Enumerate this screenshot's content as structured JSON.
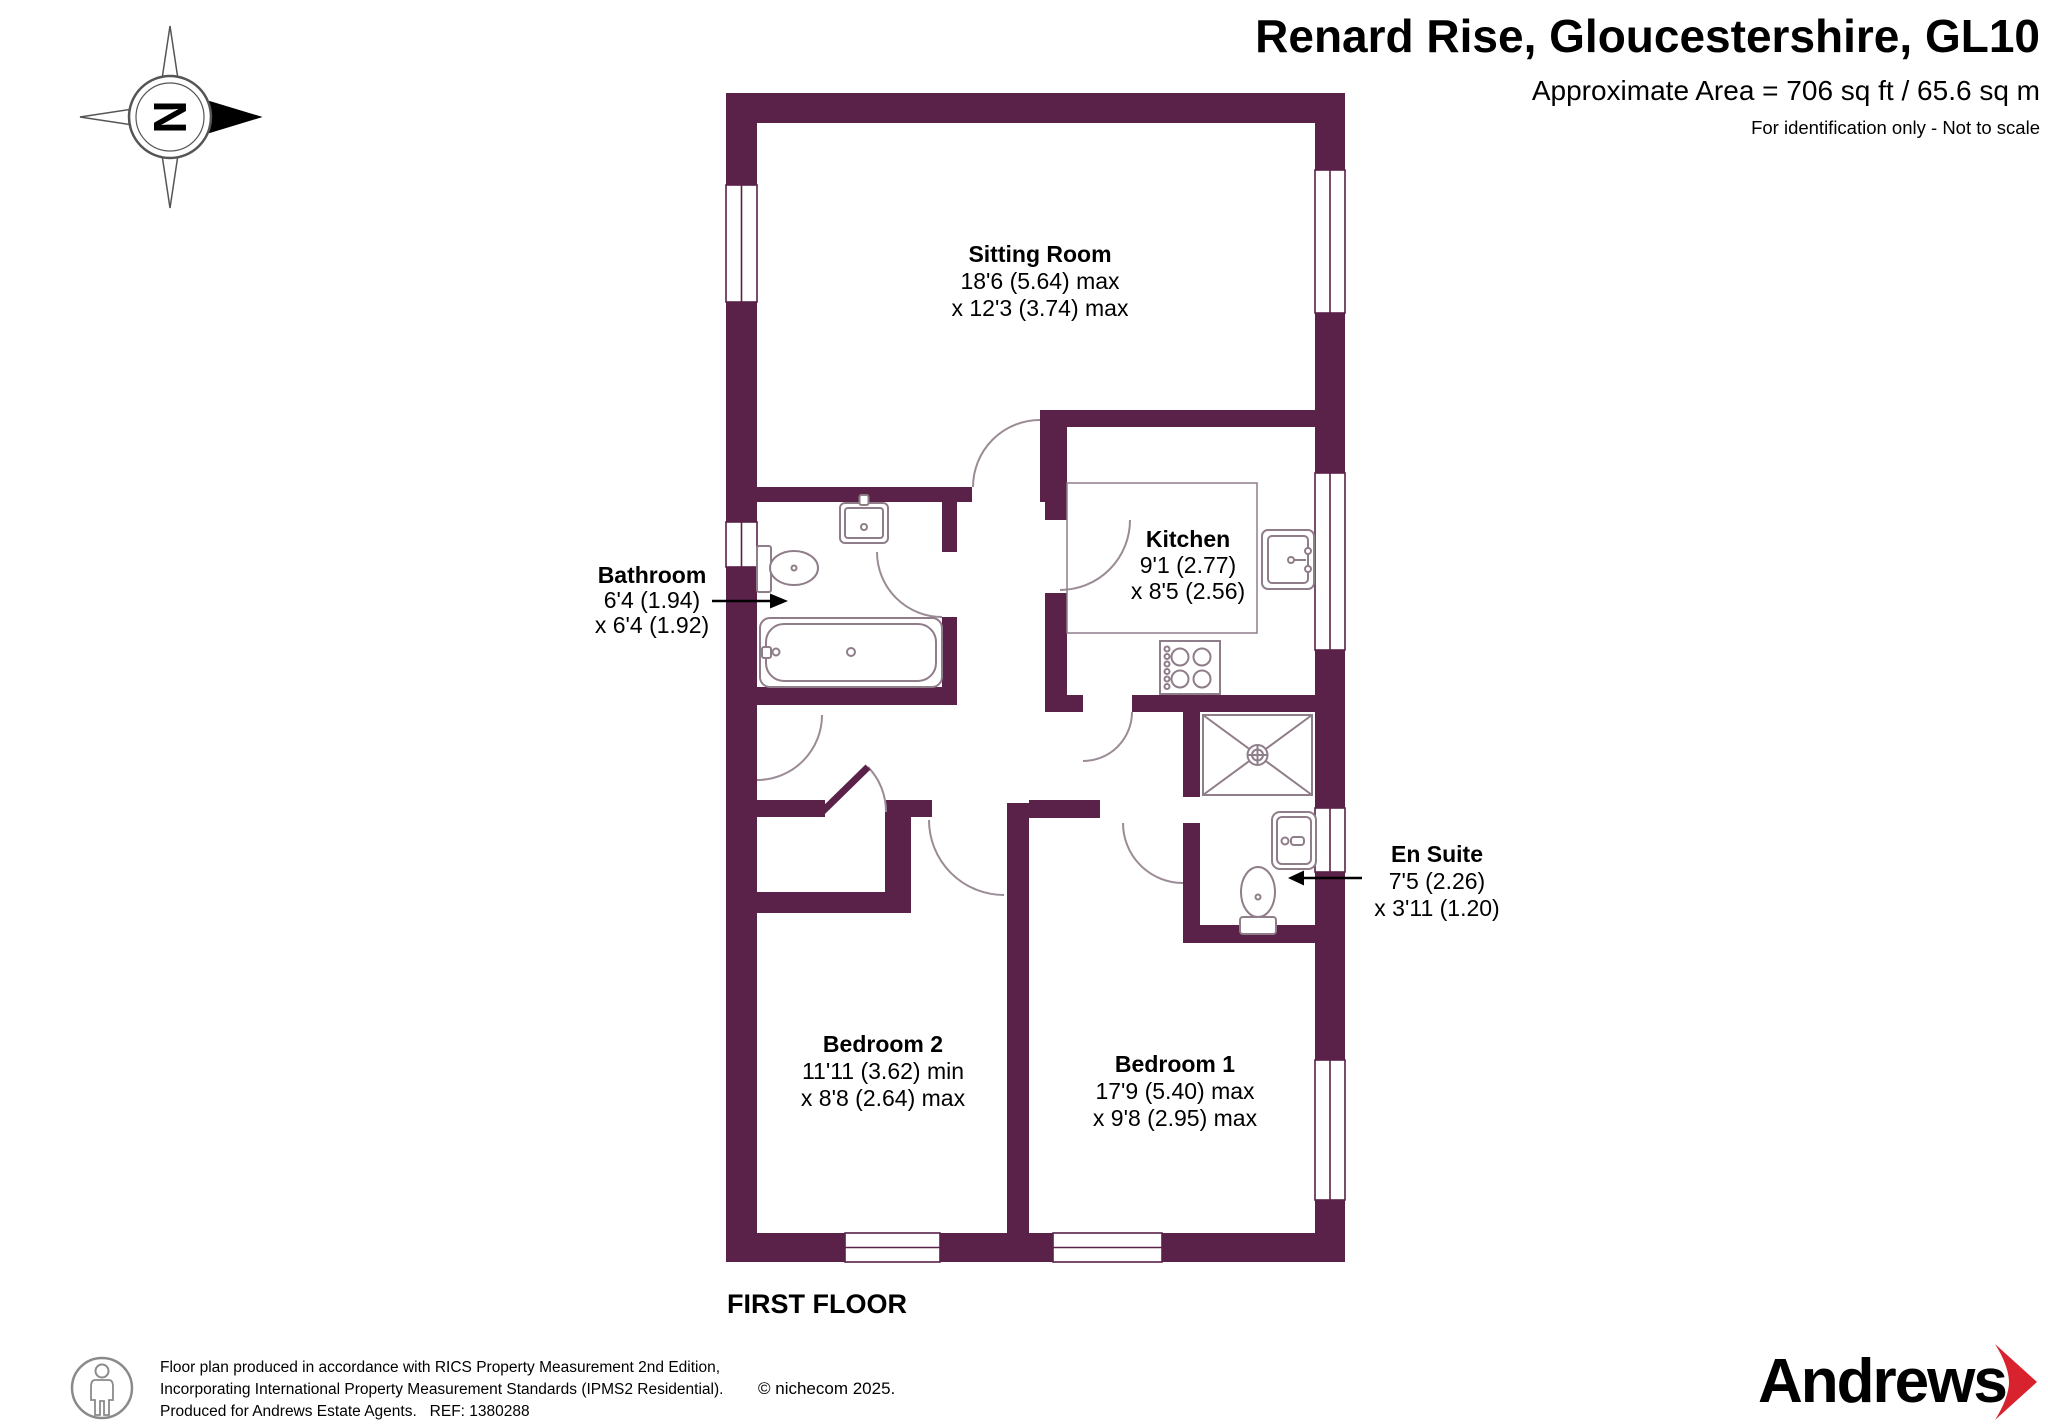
{
  "header": {
    "title": "Renard Rise, Gloucestershire, GL10",
    "area": "Approximate Area = 706 sq ft / 65.6 sq m",
    "note": "For identification only - Not to scale"
  },
  "compass": {
    "north_letter": "N"
  },
  "plan": {
    "floor_label": "FIRST FLOOR",
    "rooms": {
      "sitting_room": {
        "name": "Sitting Room",
        "dim1": "18'6 (5.64) max",
        "dim2": "x 12'3 (3.74) max"
      },
      "kitchen": {
        "name": "Kitchen",
        "dim1": "9'1 (2.77)",
        "dim2": "x 8'5 (2.56)"
      },
      "bathroom": {
        "name": "Bathroom",
        "dim1": "6'4 (1.94)",
        "dim2": "x 6'4 (1.92)"
      },
      "bedroom2": {
        "name": "Bedroom 2",
        "dim1": "11'11 (3.62) min",
        "dim2": "x 8'8 (2.64) max"
      },
      "bedroom1": {
        "name": "Bedroom 1",
        "dim1": "17'9 (5.40) max",
        "dim2": "x 9'8 (2.95) max"
      },
      "en_suite": {
        "name": "En Suite",
        "dim1": "7'5 (2.26)",
        "dim2": "x 3'11 (1.20)"
      }
    }
  },
  "footer": {
    "disclaimer_line1": "Floor plan produced in accordance with RICS Property Measurement 2nd Edition,",
    "disclaimer_line2": "Incorporating International Property Measurement Standards (IPMS2 Residential).",
    "disclaimer_line3": "Produced for Andrews Estate Agents.   REF: 1380288",
    "copyright": "© nichecom 2025.",
    "brand": "Andrews"
  },
  "colors": {
    "wall": "#5A2149",
    "brand_text": "#4B2148",
    "brand_chevron": "#D8232E",
    "fixture_line": "#8F7D8A",
    "door_arc": "#9B8B96",
    "muted_text": "#808080"
  }
}
